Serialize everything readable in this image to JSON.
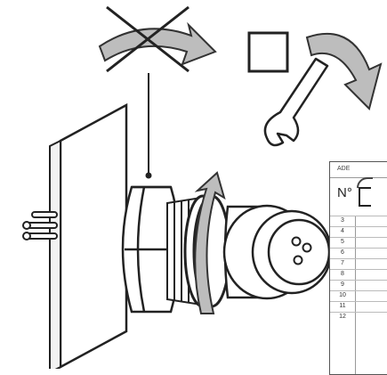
{
  "table": {
    "brand": "ADE",
    "header": "N°",
    "rows": [
      "3",
      "4",
      "5",
      "6",
      "7",
      "8",
      "9",
      "10",
      "11",
      "12"
    ]
  },
  "icons": [
    "no-rotate-icon",
    "empty-checkbox-icon",
    "rotate-arrow-icon",
    "wrench-icon"
  ]
}
